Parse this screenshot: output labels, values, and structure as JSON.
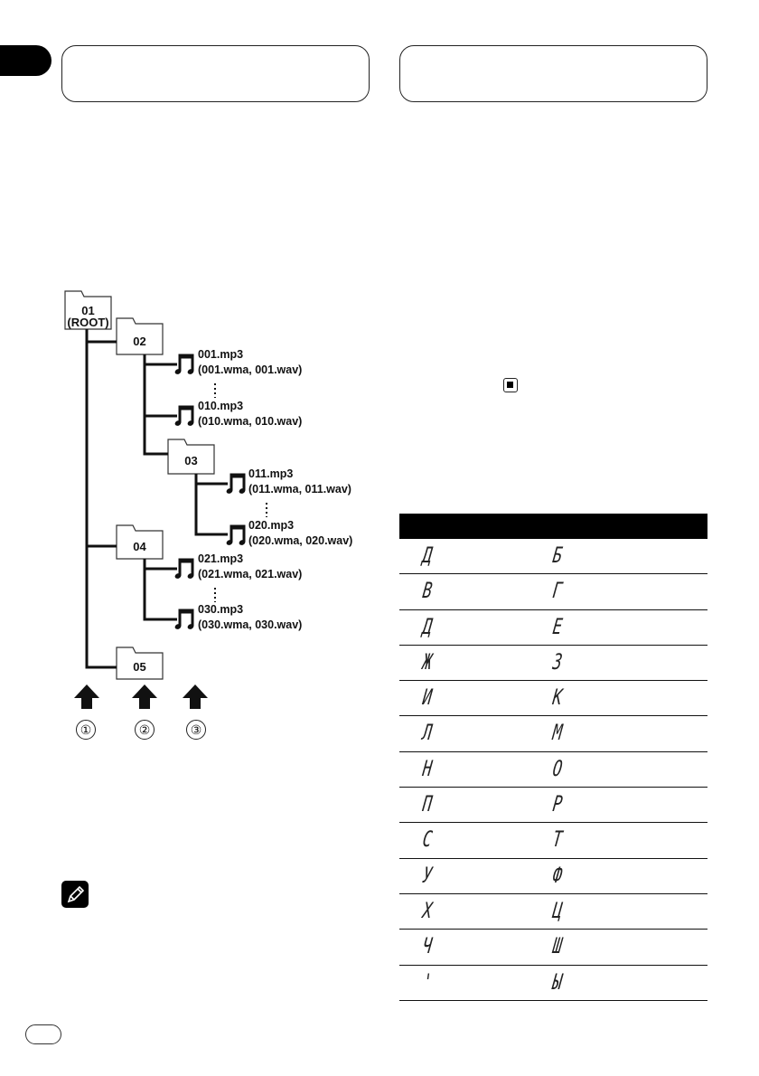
{
  "header": {
    "section_tab": "",
    "left_title": "",
    "right_title": ""
  },
  "tree": {
    "folders": [
      {
        "id": "01",
        "label_line1": "01",
        "label_line2": "(ROOT)"
      },
      {
        "id": "02",
        "label_line1": "02"
      },
      {
        "id": "03",
        "label_line1": "03"
      },
      {
        "id": "04",
        "label_line1": "04"
      },
      {
        "id": "05",
        "label_line1": "05"
      }
    ],
    "files": [
      {
        "name": "001.mp3",
        "alt": "(001.wma, 001.wav)"
      },
      {
        "name": "010.mp3",
        "alt": "(010.wma, 010.wav)"
      },
      {
        "name": "011.mp3",
        "alt": "(011.wma, 011.wav)"
      },
      {
        "name": "020.mp3",
        "alt": "(020.wma, 020.wav)"
      },
      {
        "name": "021.mp3",
        "alt": "(021.wma, 021.wav)"
      },
      {
        "name": "030.mp3",
        "alt": "(030.wma, 030.wav)"
      }
    ],
    "levels": [
      "①",
      "②",
      "③"
    ],
    "ellipsis": "⋮"
  },
  "note": {
    "icon": "pencil-icon"
  },
  "stop_glyph": {
    "icon": "stop-button-icon"
  },
  "char_table": {
    "headers": [
      "",
      ""
    ],
    "rows": [
      [
        "Д",
        "Б"
      ],
      [
        "В",
        "Г"
      ],
      [
        "Д",
        "Е"
      ],
      [
        "Ж",
        "З"
      ],
      [
        "И",
        "К"
      ],
      [
        "Л",
        "М"
      ],
      [
        "Н",
        "О"
      ],
      [
        "П",
        "Р"
      ],
      [
        "С",
        "Т"
      ],
      [
        "У",
        "Ф"
      ],
      [
        "Х",
        "Ц"
      ],
      [
        "Ч",
        "Ш"
      ],
      [
        "'",
        "Ы"
      ]
    ]
  },
  "footer": {
    "page_number": ""
  }
}
